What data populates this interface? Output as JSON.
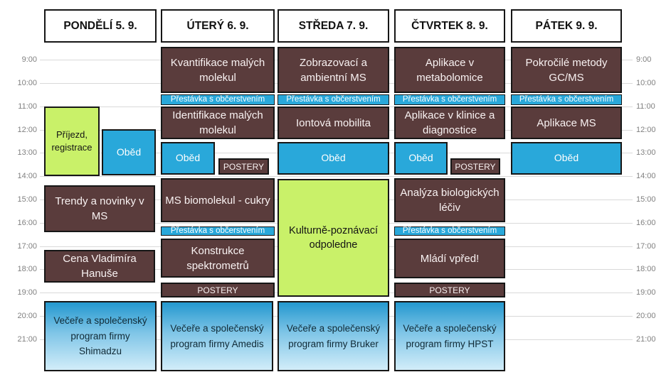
{
  "time_labels": [
    "9:00",
    "10:00",
    "11:00",
    "12:00",
    "13:00",
    "14:00",
    "15:00",
    "16:00",
    "17:00",
    "18:00",
    "19:00",
    "20:00",
    "21:00"
  ],
  "days": [
    {
      "header": "PONDĚLÍ 5. 9.",
      "arrival": "Příjezd,\nregistrace",
      "lunch": "Oběd",
      "trends": "Trendy a novinky v MS",
      "award": "Cena Vladimíra Hanuše",
      "dinner": "Večeře a společenský program firmy Shimadzu"
    },
    {
      "header": "ÚTERÝ 6. 9.",
      "session1": "Kvantifikace malých molekul",
      "break1": "Přestávka s občerstvením",
      "session2": "Identifikace malých molekul",
      "lunch": "Oběd",
      "posters1": "POSTERY",
      "session3": "MS biomolekul - cukry",
      "break2": "Přestávka s občerstvením",
      "session4": "Konstrukce spektrometrů",
      "posters2": "POSTERY",
      "dinner": "Večeře a společenský program firmy Amedis"
    },
    {
      "header": "STŘEDA 7. 9.",
      "session1": "Zobrazovací a ambientní MS",
      "break1": "Přestávka s občerstvením",
      "session2": "Iontová mobilita",
      "lunch": "Oběd",
      "special": "Kulturně-poznávací odpoledne",
      "dinner": "Večeře a společenský program firmy Bruker"
    },
    {
      "header": "ČTVRTEK 8. 9.",
      "session1": "Aplikace v metabolomice",
      "break1": "Přestávka s občerstvením",
      "session2": "Aplikace v klinice a diagnostice",
      "lunch": "Oběd",
      "posters1": "POSTERY",
      "session3": "Analýza biologických léčiv",
      "break2": "Přestávka s občerstvením",
      "session4": "Mládí vpřed!",
      "posters2": "POSTERY",
      "dinner": "Večeře a společenský program firmy HPST"
    },
    {
      "header": "PÁTEK 9. 9.",
      "session1": "Pokročilé metody GC/MS",
      "break1": "Přestávka s občerstvením",
      "session2": "Aplikace MS",
      "lunch": "Oběd"
    }
  ],
  "colors": {
    "session_bg": "#5a3c3c",
    "accent_bg": "#29a8da",
    "special_bg": "#c9f169",
    "dinner_top": "#2498cf",
    "dinner_bottom": "#d2edf9",
    "grid_line": "#d9d9d9",
    "label_color": "#808080"
  }
}
